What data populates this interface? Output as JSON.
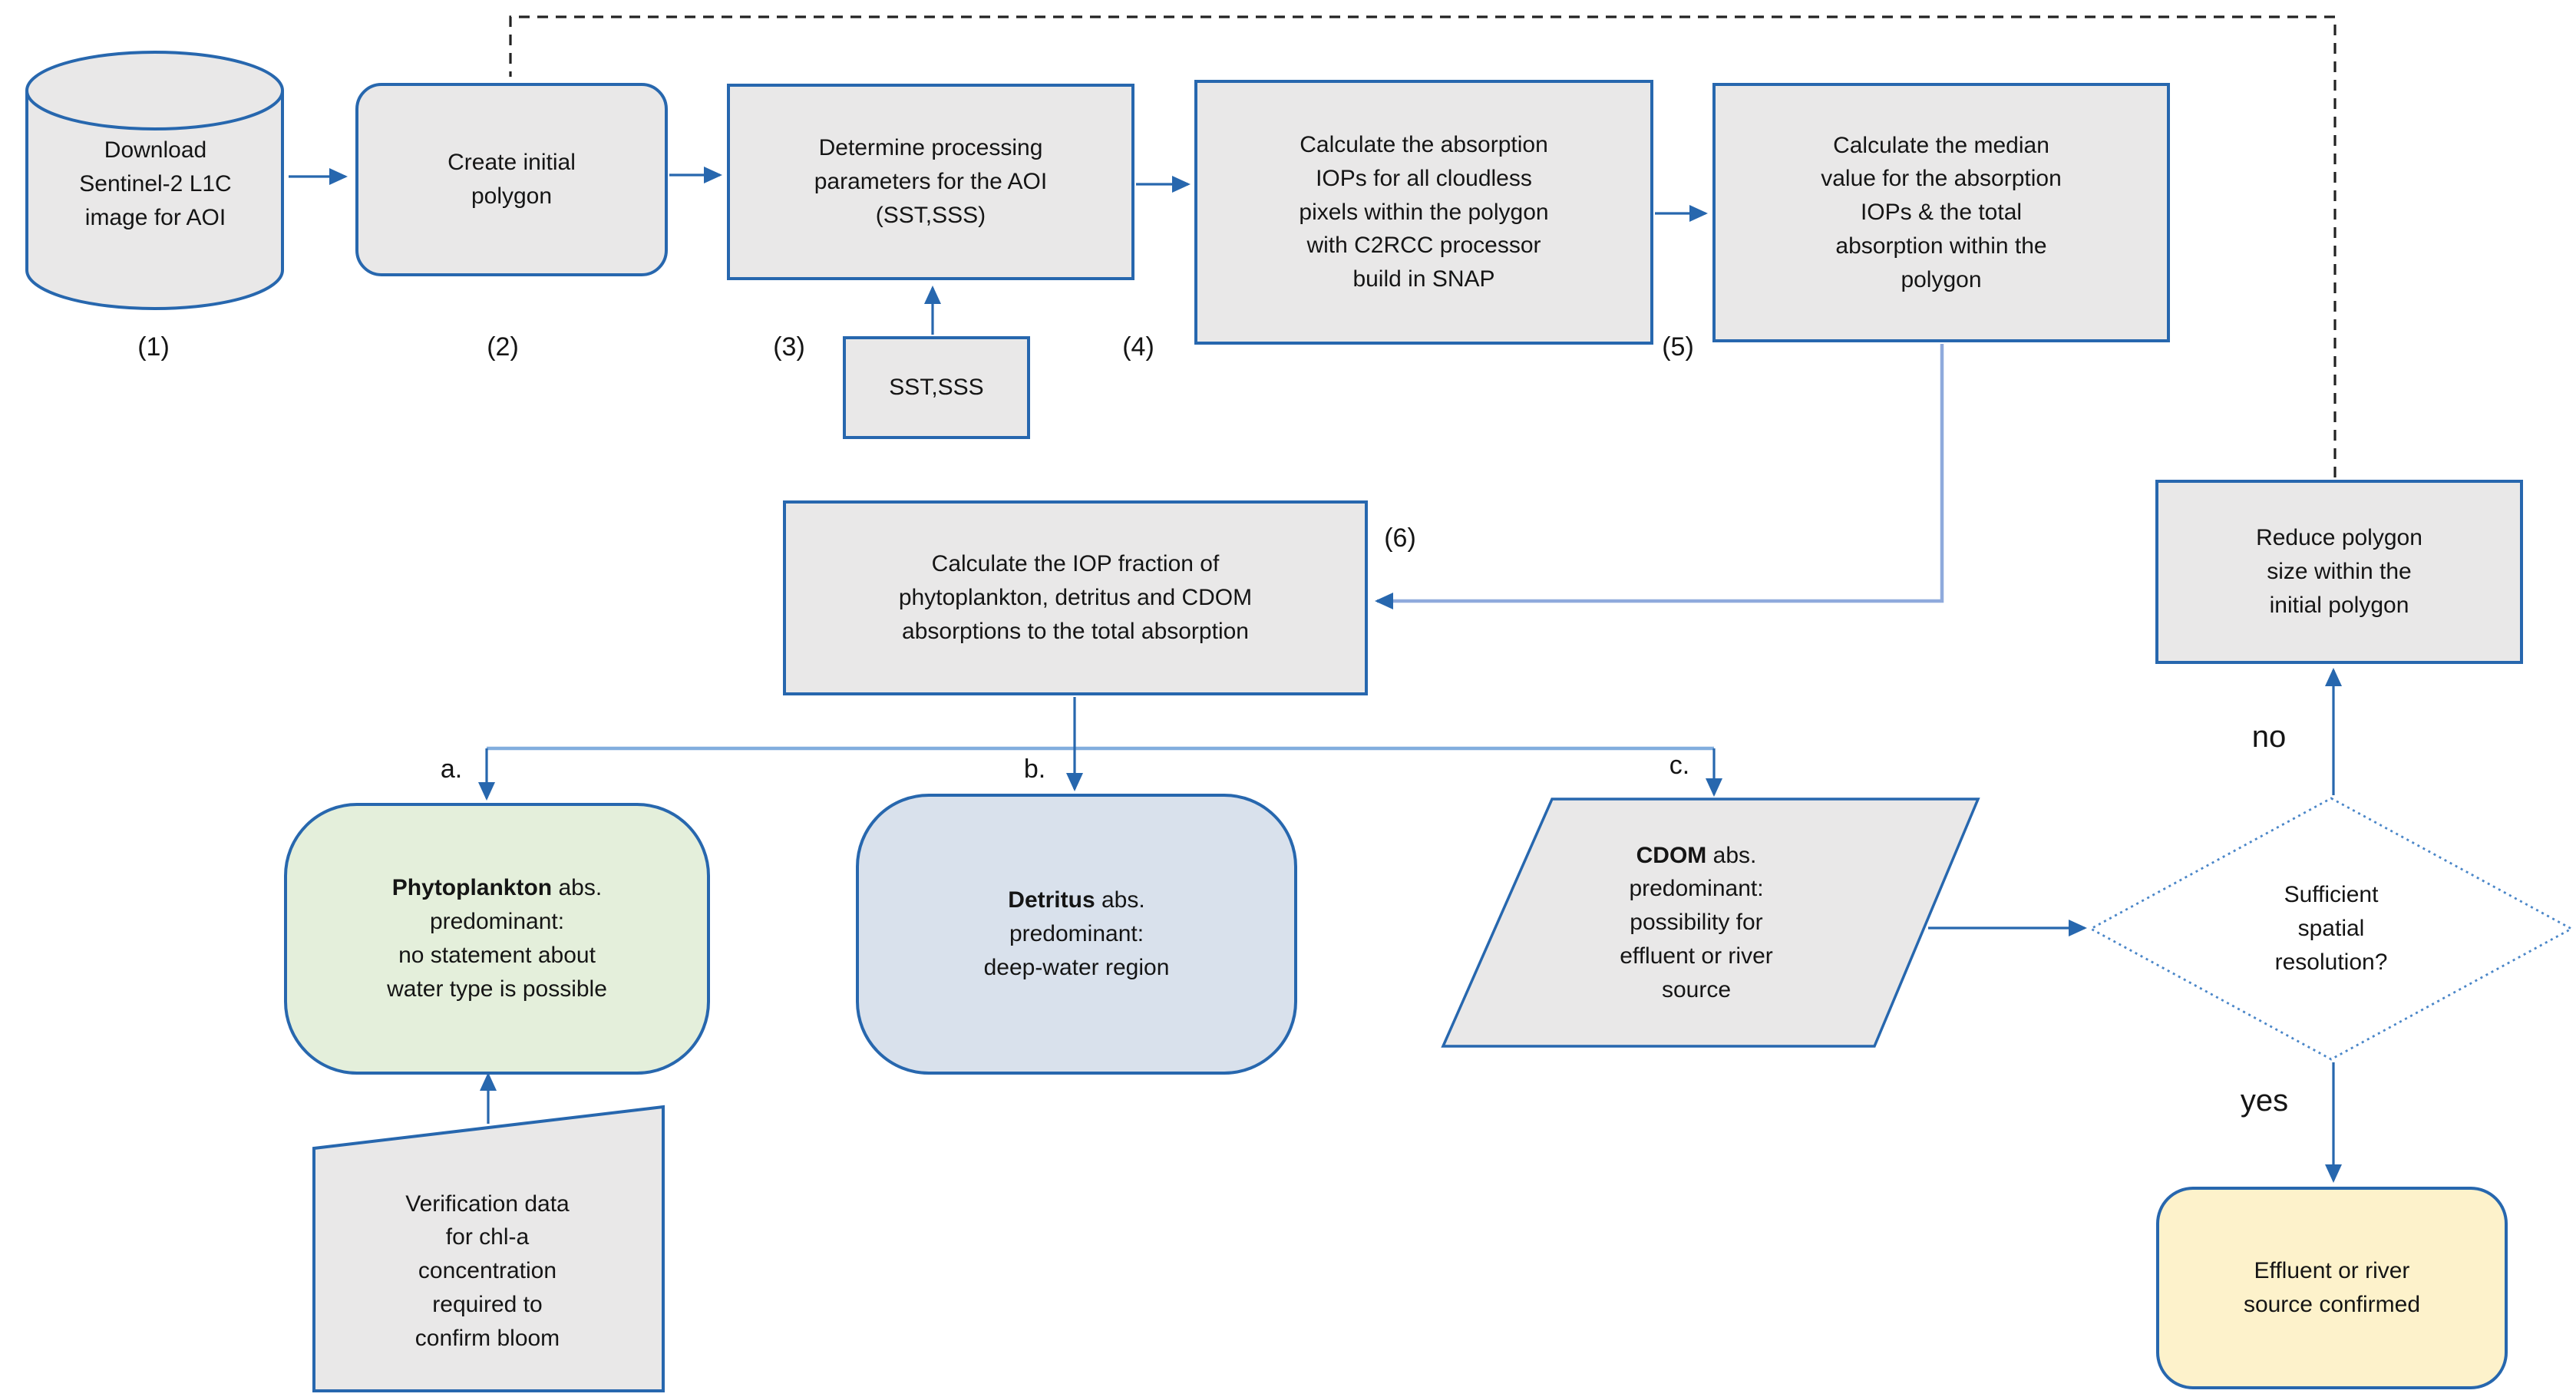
{
  "nodes": {
    "download": {
      "label": "Download\nSentinel-2 L1C\nimage for AOI",
      "step": "(1)"
    },
    "create_polygon": {
      "label": "Create initial\npolygon",
      "step": "(2)"
    },
    "determine_params": {
      "label": "Determine processing\nparameters for the AOI\n(SST,SSS)",
      "step": "(3)"
    },
    "sst_input": {
      "label": "SST,SSS"
    },
    "calc_absorption": {
      "label": "Calculate the absorption\nIOPs for all cloudless\npixels within the polygon\nwith C2RCC processor\nbuild in SNAP",
      "step": "(4)"
    },
    "calc_median": {
      "label": "Calculate the median\nvalue for the absorption\nIOPs & the total\nabsorption within the\npolygon",
      "step": "(5)"
    },
    "calc_fraction": {
      "label": "Calculate the IOP fraction of\nphytoplankton, detritus and CDOM\nabsorptions to the total absorption",
      "step": "(6)"
    },
    "phytoplankton": {
      "bold": "Phytoplankton",
      "rest": " abs.\npredominant:\nno statement about\nwater type is possible",
      "branch": "a."
    },
    "detritus": {
      "bold": "Detritus",
      "rest": " abs.\npredominant:\ndeep-water region",
      "branch": "b."
    },
    "cdom": {
      "bold": "CDOM",
      "rest": " abs.\npredominant:\npossibility for\neffluent or river\nsource",
      "branch": "c."
    },
    "verification": {
      "label": "Verification data\nfor chl-a\nconcentration\nrequired to\nconfirm bloom"
    },
    "decision": {
      "label": "Sufficient\nspatial\nresolution?"
    },
    "reduce_polygon": {
      "label": "Reduce polygon\nsize within the\ninitial polygon"
    },
    "confirmed": {
      "label": "Effluent or river\nsource confirmed"
    }
  },
  "edge_labels": {
    "no": "no",
    "yes": "yes"
  },
  "colors": {
    "outline": "#2767ae",
    "diamond_border": "#4a86c8",
    "light_connector": "#8faadc",
    "branch_line": "#82aede",
    "dashed_feedback": "#222222",
    "fill_gray": "#e9e8e8",
    "fill_green": "#e4efdb",
    "fill_blue": "#d9e1ec",
    "fill_yellow": "#fdf2cb",
    "fill_white": "#ffffff",
    "text": "#151515"
  }
}
